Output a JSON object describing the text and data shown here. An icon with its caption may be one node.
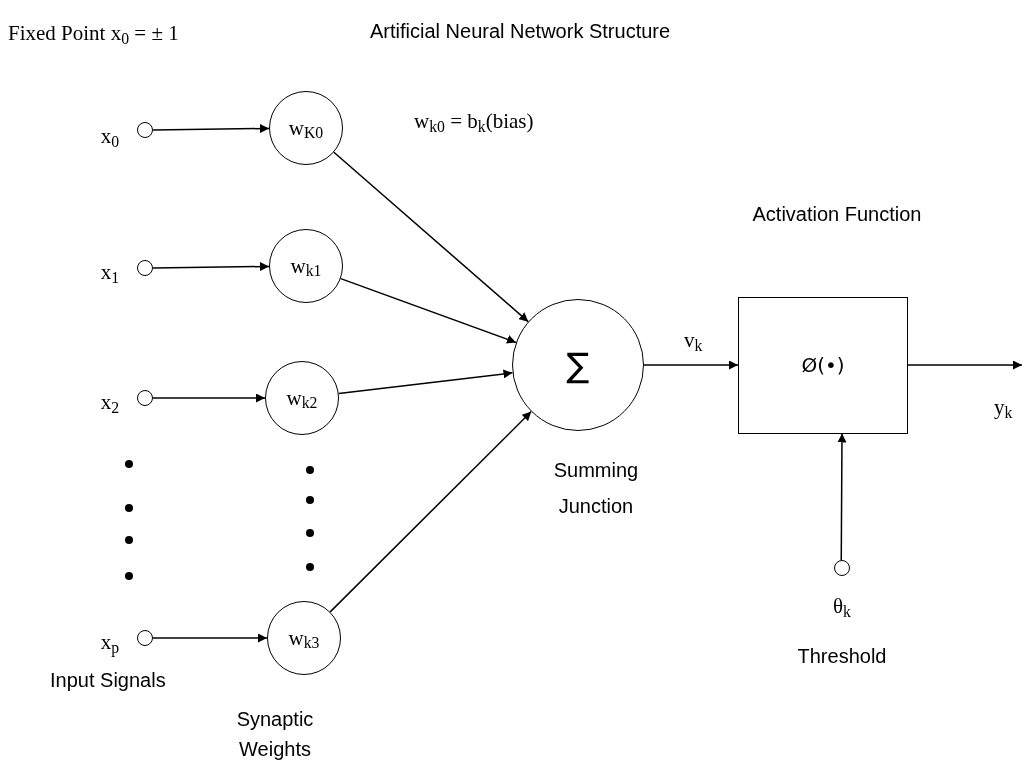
{
  "diagram": {
    "title": "Artificial Neural Network Structure",
    "nodes": [
      {
        "text": [],
        "shape": "circle",
        "beside": [
          "x$_{0}$"
        ]
      },
      {
        "text": [],
        "shape": "circle",
        "beside": [
          "x$_{1}$"
        ]
      },
      {
        "text": [],
        "shape": "circle",
        "beside": [
          "x$_{2}$"
        ]
      },
      {
        "text": [],
        "shape": "circle",
        "beside": [
          "x$_{p}$"
        ]
      },
      {
        "text": [
          "w$_{K0}$"
        ]
      },
      {
        "text": [
          "w$_{k1}$"
        ]
      },
      {
        "text": [
          "w$_{k2}$"
        ]
      },
      {
        "text": [
          "w$_{k3}$"
        ]
      },
      {
        "text": [
          "∑"
        ],
        "beside": [
          "Summing Junction"
        ]
      },
      {
        "text": [
          "Ø(•)"
        ],
        "beside": [
          "Activation Function"
        ]
      },
      {
        "text": [],
        "shape": "circle",
        "beside": [
          "θ$_{k}$",
          "Threshold"
        ]
      }
    ],
    "edges": [
      {
        "from": 0,
        "to": 4,
        "arrow": "to"
      },
      {
        "from": 1,
        "to": 5,
        "arrow": "to"
      },
      {
        "from": 2,
        "to": 6,
        "arrow": "to"
      },
      {
        "from": 3,
        "to": 7,
        "arrow": "to"
      },
      {
        "from": 4,
        "to": 8,
        "arrow": "to"
      },
      {
        "from": 5,
        "to": 8,
        "arrow": "to"
      },
      {
        "from": 6,
        "to": 8,
        "arrow": "to"
      },
      {
        "from": 7,
        "to": 8,
        "arrow": "to"
      },
      {
        "from": 8,
        "to": 9,
        "arrow": "to",
        "label": "v$_{k}$"
      },
      {
        "from": 9,
        "to": null,
        "arrow": "to",
        "label": "y$_{k}$"
      },
      {
        "from": 10,
        "to": 9,
        "arrow": "to"
      }
    ],
    "labels": [
      "Fixed Point x$_{0}$ = ± 1",
      "w$_{k0}$ = b$_{k}$(bias)",
      "Input Signals",
      "Synaptic Weights"
    ]
  }
}
